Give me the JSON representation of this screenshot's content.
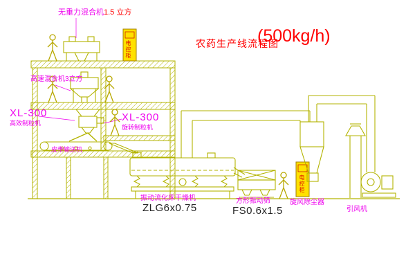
{
  "title": {
    "main": "农药生产线流程图",
    "capacity": "(500kg/h)"
  },
  "colors": {
    "drawing_line": "#b3b300",
    "label_magenta": "#ee00ee",
    "title_red": "#ff0000",
    "model_black": "#222222",
    "cabinet_yellow": "#ffe100"
  },
  "labels": {
    "gravity_mixer_name": "无重力混合机",
    "gravity_mixer_spec": "1.5 立方",
    "high_speed_mixer": "高速混合机3立方",
    "granulator_left_model": "XL-300",
    "granulator_left_name": "高效制粒机",
    "granulator_right_model": "XL-300",
    "granulator_right_name": "旋转制粒机",
    "belt_conveyor": "皮带输送机",
    "dryer_name": "振动流化床干燥机",
    "dryer_model": "ZLG6x0.75",
    "sieve_name": "方形振动筛",
    "sieve_model": "FS0.6x1.5",
    "cyclone_name": "旋风除尘器",
    "fan_name": "引风机",
    "cabinet_upper": "电控柜",
    "cabinet_lower": "电控柜"
  }
}
